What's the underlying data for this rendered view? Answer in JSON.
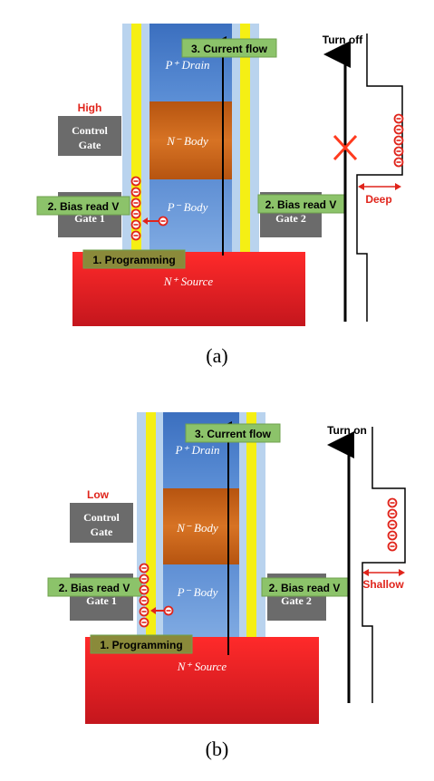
{
  "panels": [
    {
      "caption": "(a)",
      "gate_level": "High",
      "gate_level_color": "#e0241b",
      "control_gate": [
        "Control",
        "Gate"
      ],
      "gate1_label": "Gate 1",
      "gate2_label": "Gate 2",
      "bias_left": "2. Bias read V",
      "bias_right": "2. Bias read V",
      "programming": "1. Programming",
      "current_flow": "3. Current flow",
      "drain": "P⁺ Drain",
      "n_body": "N⁻ Body",
      "p_body": "P⁻ Body",
      "source": "N⁺ Source",
      "turn_label": "Turn off",
      "depth_label": "Deep",
      "blocked": true,
      "stored_electrons": 6,
      "band_electrons": 5
    },
    {
      "caption": "(b)",
      "gate_level": "Low",
      "gate_level_color": "#e0241b",
      "control_gate": [
        "Control",
        "Gate"
      ],
      "gate1_label": "Gate 1",
      "gate2_label": "Gate 2",
      "bias_left": "2. Bias read V",
      "bias_right": "2. Bias read V",
      "programming": "1. Programming",
      "current_flow": "3. Current flow",
      "drain": "P⁺ Drain",
      "n_body": "N⁻ Body",
      "p_body": "P⁻ Body",
      "source": "N⁺ Source",
      "turn_label": "Turn on",
      "depth_label": "Shallow",
      "blocked": false,
      "stored_electrons": 6,
      "band_electrons": 5
    }
  ],
  "colors": {
    "source_red": "#e3242b",
    "drain_blue": "#4a7fc8",
    "n_body_orange": "#c8631a",
    "p_body_blue": "#6f9bd8",
    "oxide_light_blue": "#b9d3ee",
    "trap_yellow": "#f5ef14",
    "gate_gray": "#6b6b6b",
    "label_green": "#8cc36a",
    "electron_red": "#e0241b",
    "cross_red": "#ff3b1f"
  }
}
